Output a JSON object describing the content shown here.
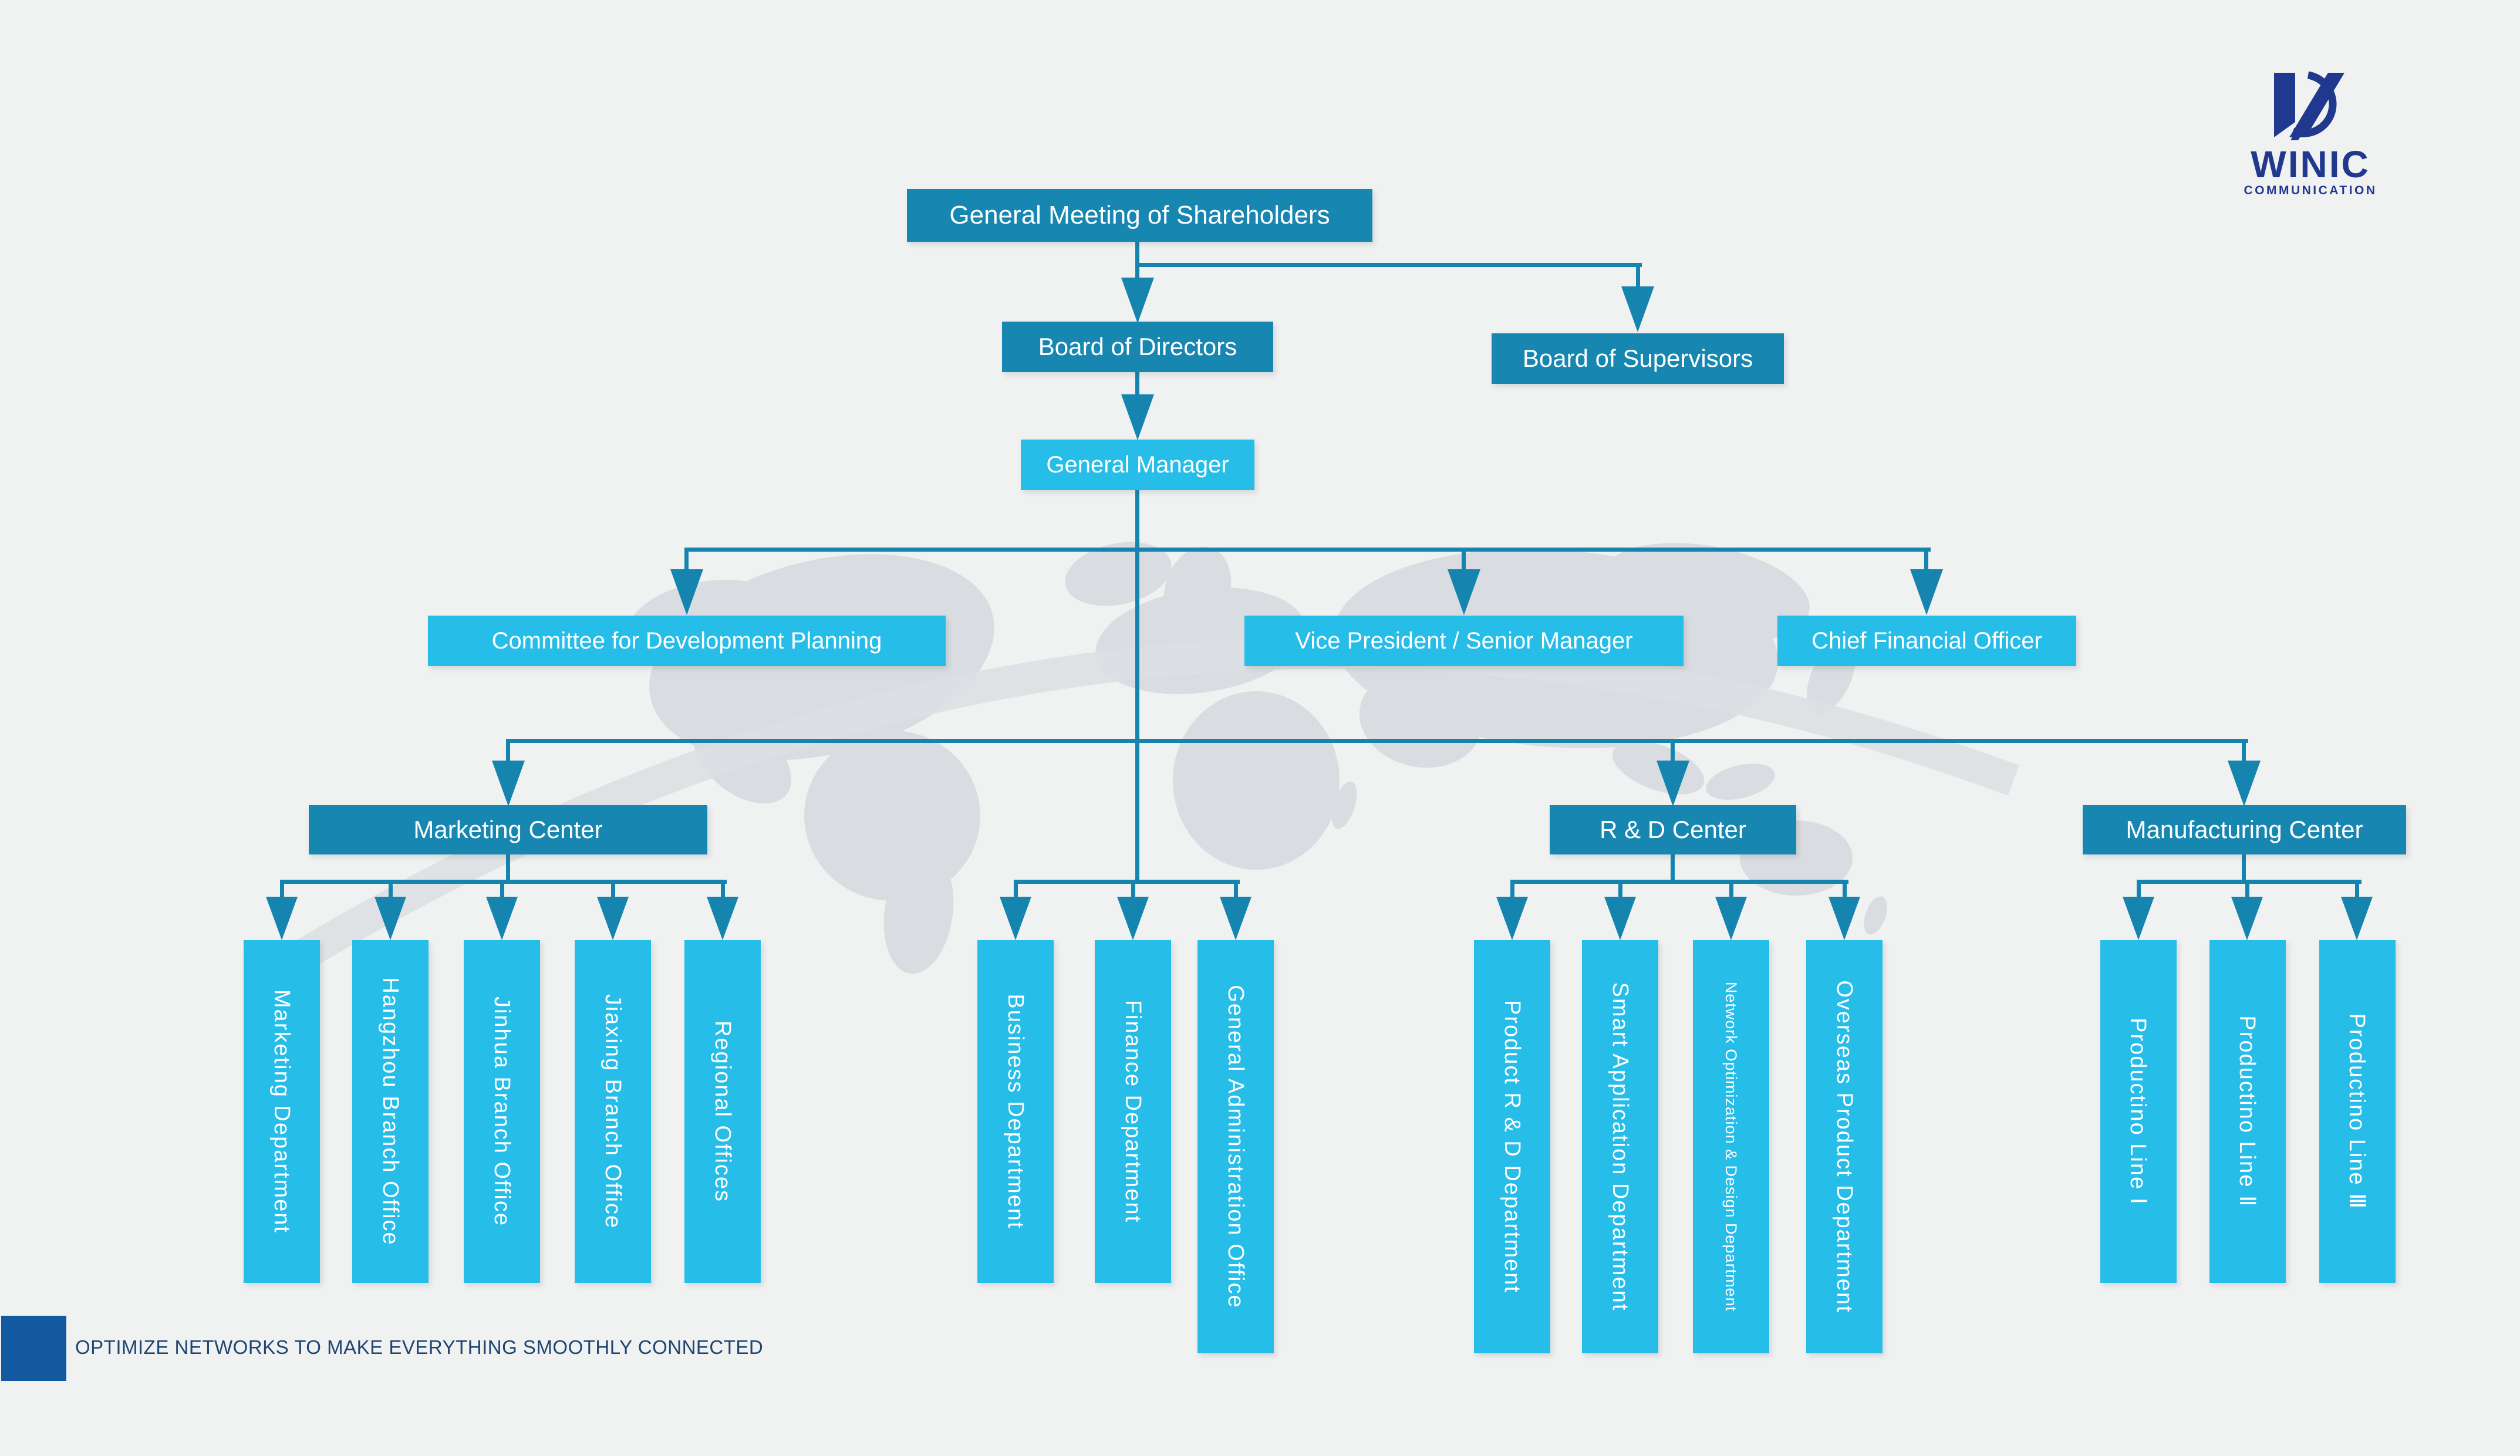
{
  "logo": {
    "name": "WINIC",
    "sub": "COMMUNICATION"
  },
  "footer": {
    "tagline": "OPTIMIZE NETWORKS TO MAKE EVERYTHING SMOOTHLY CONNECTED"
  },
  "org": {
    "root": "General Meeting of Shareholders",
    "board": "Board of Directors",
    "supervisors": "Board of Supervisors",
    "general_manager": "General Manager",
    "staff": {
      "committee": "Committee for Development Planning",
      "vp": "Vice President / Senior Manager",
      "cfo": "Chief Financial Officer"
    },
    "centers": {
      "marketing": "Marketing Center",
      "rd": "R & D Center",
      "manufacturing": "Manufacturing Center"
    },
    "marketing_children": [
      "Marketing Department",
      "Hangzhou Branch Office",
      "Jinhua Branch Office",
      "Jiaxing Branch Office",
      "Regional Offices"
    ],
    "gm_children": [
      "Business Department",
      "Finance Department",
      "General Administration Office"
    ],
    "rd_children": [
      "Product R & D Department",
      "Smart Application Department",
      "Network Optimization & Design Department",
      "Overseas Product Department"
    ],
    "manufacturing_children": [
      "Productino Line Ⅰ",
      "Productino Line Ⅱ",
      "Productino Line Ⅲ"
    ]
  },
  "colors": {
    "box_dark": "#1787b1",
    "box_light": "#27bde9",
    "line": "#1584af",
    "logo_navy": "#20398f",
    "footer_square": "#13599f",
    "tagline_text": "#1e4470",
    "background": "#f0f1f1",
    "map": "#d9dce0"
  }
}
